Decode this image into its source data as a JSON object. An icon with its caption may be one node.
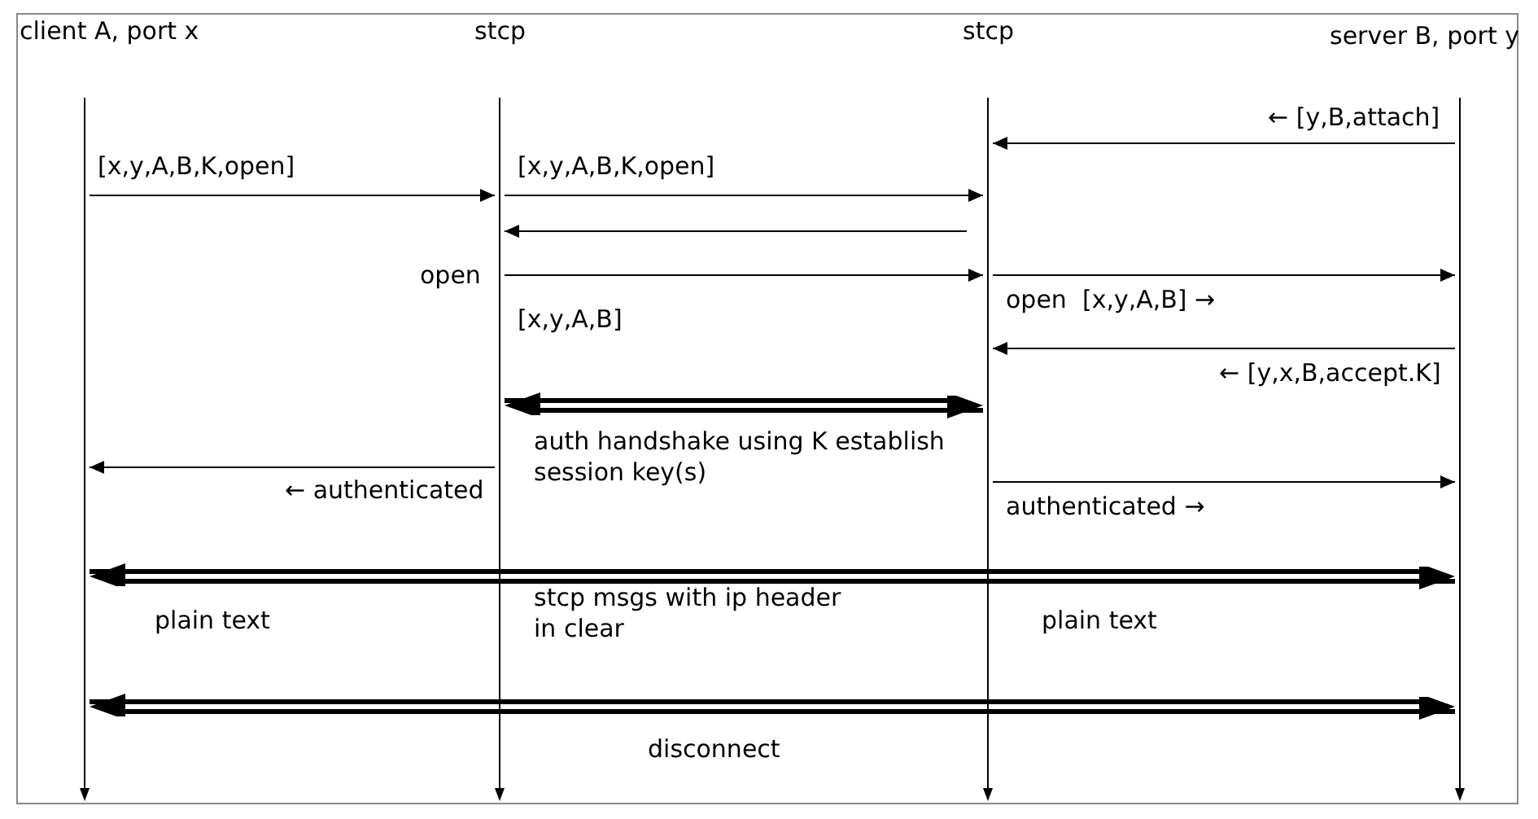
{
  "diagram": {
    "nodes": [
      {
        "text": [],
        "shape": "bar",
        "beside": [
          "client A, port x"
        ]
      },
      {
        "text": [],
        "shape": "bar",
        "beside": [
          "stcp"
        ]
      },
      {
        "text": [],
        "shape": "bar",
        "beside": [
          "stcp"
        ]
      },
      {
        "text": [],
        "shape": "bar",
        "beside": [
          "server B, port y"
        ]
      }
    ],
    "edges": [
      {
        "from": 3,
        "to": 2,
        "arrow": "to",
        "label": "← [y,B,attach]"
      },
      {
        "from": 0,
        "to": 1,
        "arrow": "to",
        "label": "[x,y,A,B,K,open]"
      },
      {
        "from": 1,
        "to": 2,
        "arrow": "to",
        "label": "[x,y,A,B,K,open]"
      },
      {
        "from": 2,
        "to": 1,
        "arrow": "to"
      },
      {
        "from": 1,
        "to": 2,
        "arrow": "to",
        "label": "[x,y,A,B]"
      },
      {
        "from": 2,
        "to": 3,
        "arrow": "to",
        "label": "open  [x,y,A,B] →"
      },
      {
        "from": 3,
        "to": 2,
        "arrow": "to",
        "label": "← [y,x,B,accept.K]"
      },
      {
        "from": 1,
        "to": 2,
        "arrow": "both",
        "style": "thick",
        "label": "auth handshake using K establish session key(s)"
      },
      {
        "from": 1,
        "to": 0,
        "arrow": "to",
        "label": "← authenticated"
      },
      {
        "from": 2,
        "to": 3,
        "arrow": "to",
        "label": "authenticated →"
      },
      {
        "from": 0,
        "to": 3,
        "arrow": "both",
        "style": "thick",
        "label": "stcp msgs with ip header in clear"
      },
      {
        "from": 0,
        "to": 3,
        "arrow": "both",
        "style": "thick",
        "label": "disconnect"
      }
    ],
    "labels": [
      "open",
      "plain text",
      "plain text"
    ]
  }
}
